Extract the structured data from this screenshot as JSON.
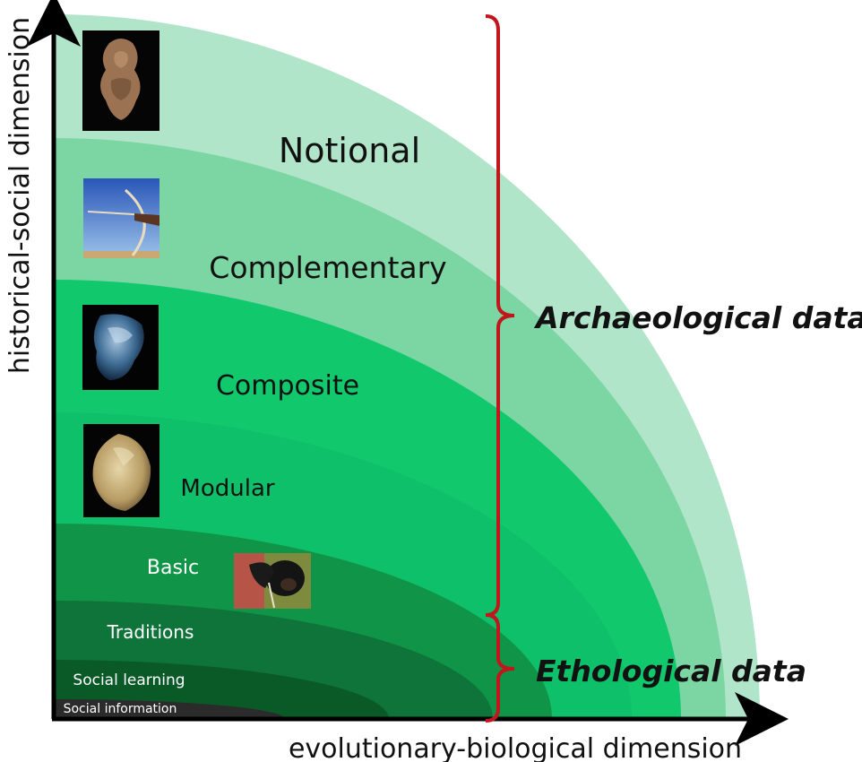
{
  "axes": {
    "x_label": "evolutionary-biological dimension",
    "y_label": "historical-social dimension"
  },
  "layers": [
    {
      "label": "Notional",
      "color": "#b1e5c9",
      "text_color": "#111111"
    },
    {
      "label": "Complementary",
      "color": "#7cd6a3",
      "text_color": "#111111"
    },
    {
      "label": "Composite",
      "color": "#11c86d",
      "text_color": "#111111"
    },
    {
      "label": "Modular",
      "color": "#0fc06a",
      "text_color": "#111111"
    },
    {
      "label": "Basic",
      "color": "#109548",
      "text_color": "#ffffff"
    },
    {
      "label": "Traditions",
      "color": "#0f7439",
      "text_color": "#ffffff"
    },
    {
      "label": "Social learning",
      "color": "#0a5a28",
      "text_color": "#ffffff"
    },
    {
      "label": "Social information",
      "color": "#2b2b2b",
      "text_color": "#ffffff"
    }
  ],
  "brackets": {
    "archaeological": "Archaeological data",
    "ethological": "Ethological data",
    "color": "#c0161c"
  },
  "images": [
    {
      "name": "venus-figurine-image",
      "subject": "venus figurine"
    },
    {
      "name": "bow-and-arrow-image",
      "subject": "archer drawing bow"
    },
    {
      "name": "blade-core-image",
      "subject": "flint core"
    },
    {
      "name": "handaxe-image",
      "subject": "handaxe"
    },
    {
      "name": "chimpanzee-image",
      "subject": "chimpanzee using tool"
    }
  ]
}
